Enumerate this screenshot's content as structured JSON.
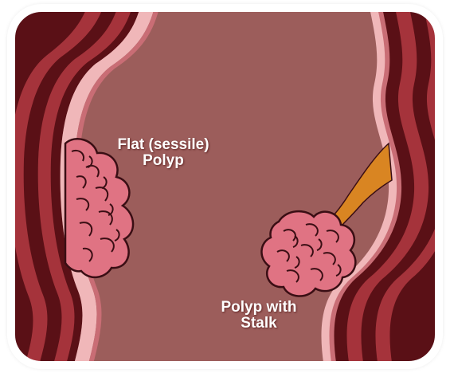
{
  "labels": {
    "sessile": {
      "line1": "Flat (sessile)",
      "line2": "Polyp"
    },
    "stalk": {
      "line1": "Polyp with",
      "line2": "Stalk"
    }
  },
  "colors": {
    "lumen": "#9c5d5b",
    "wall_outer": "#5a1016",
    "wall_mid": "#a5333b",
    "mucosa": "#f0b7b9",
    "polyp": "#e07383",
    "polyp_outline": "#3a0e14",
    "stalk": "#d98522",
    "frame_border": "#ffffff"
  }
}
